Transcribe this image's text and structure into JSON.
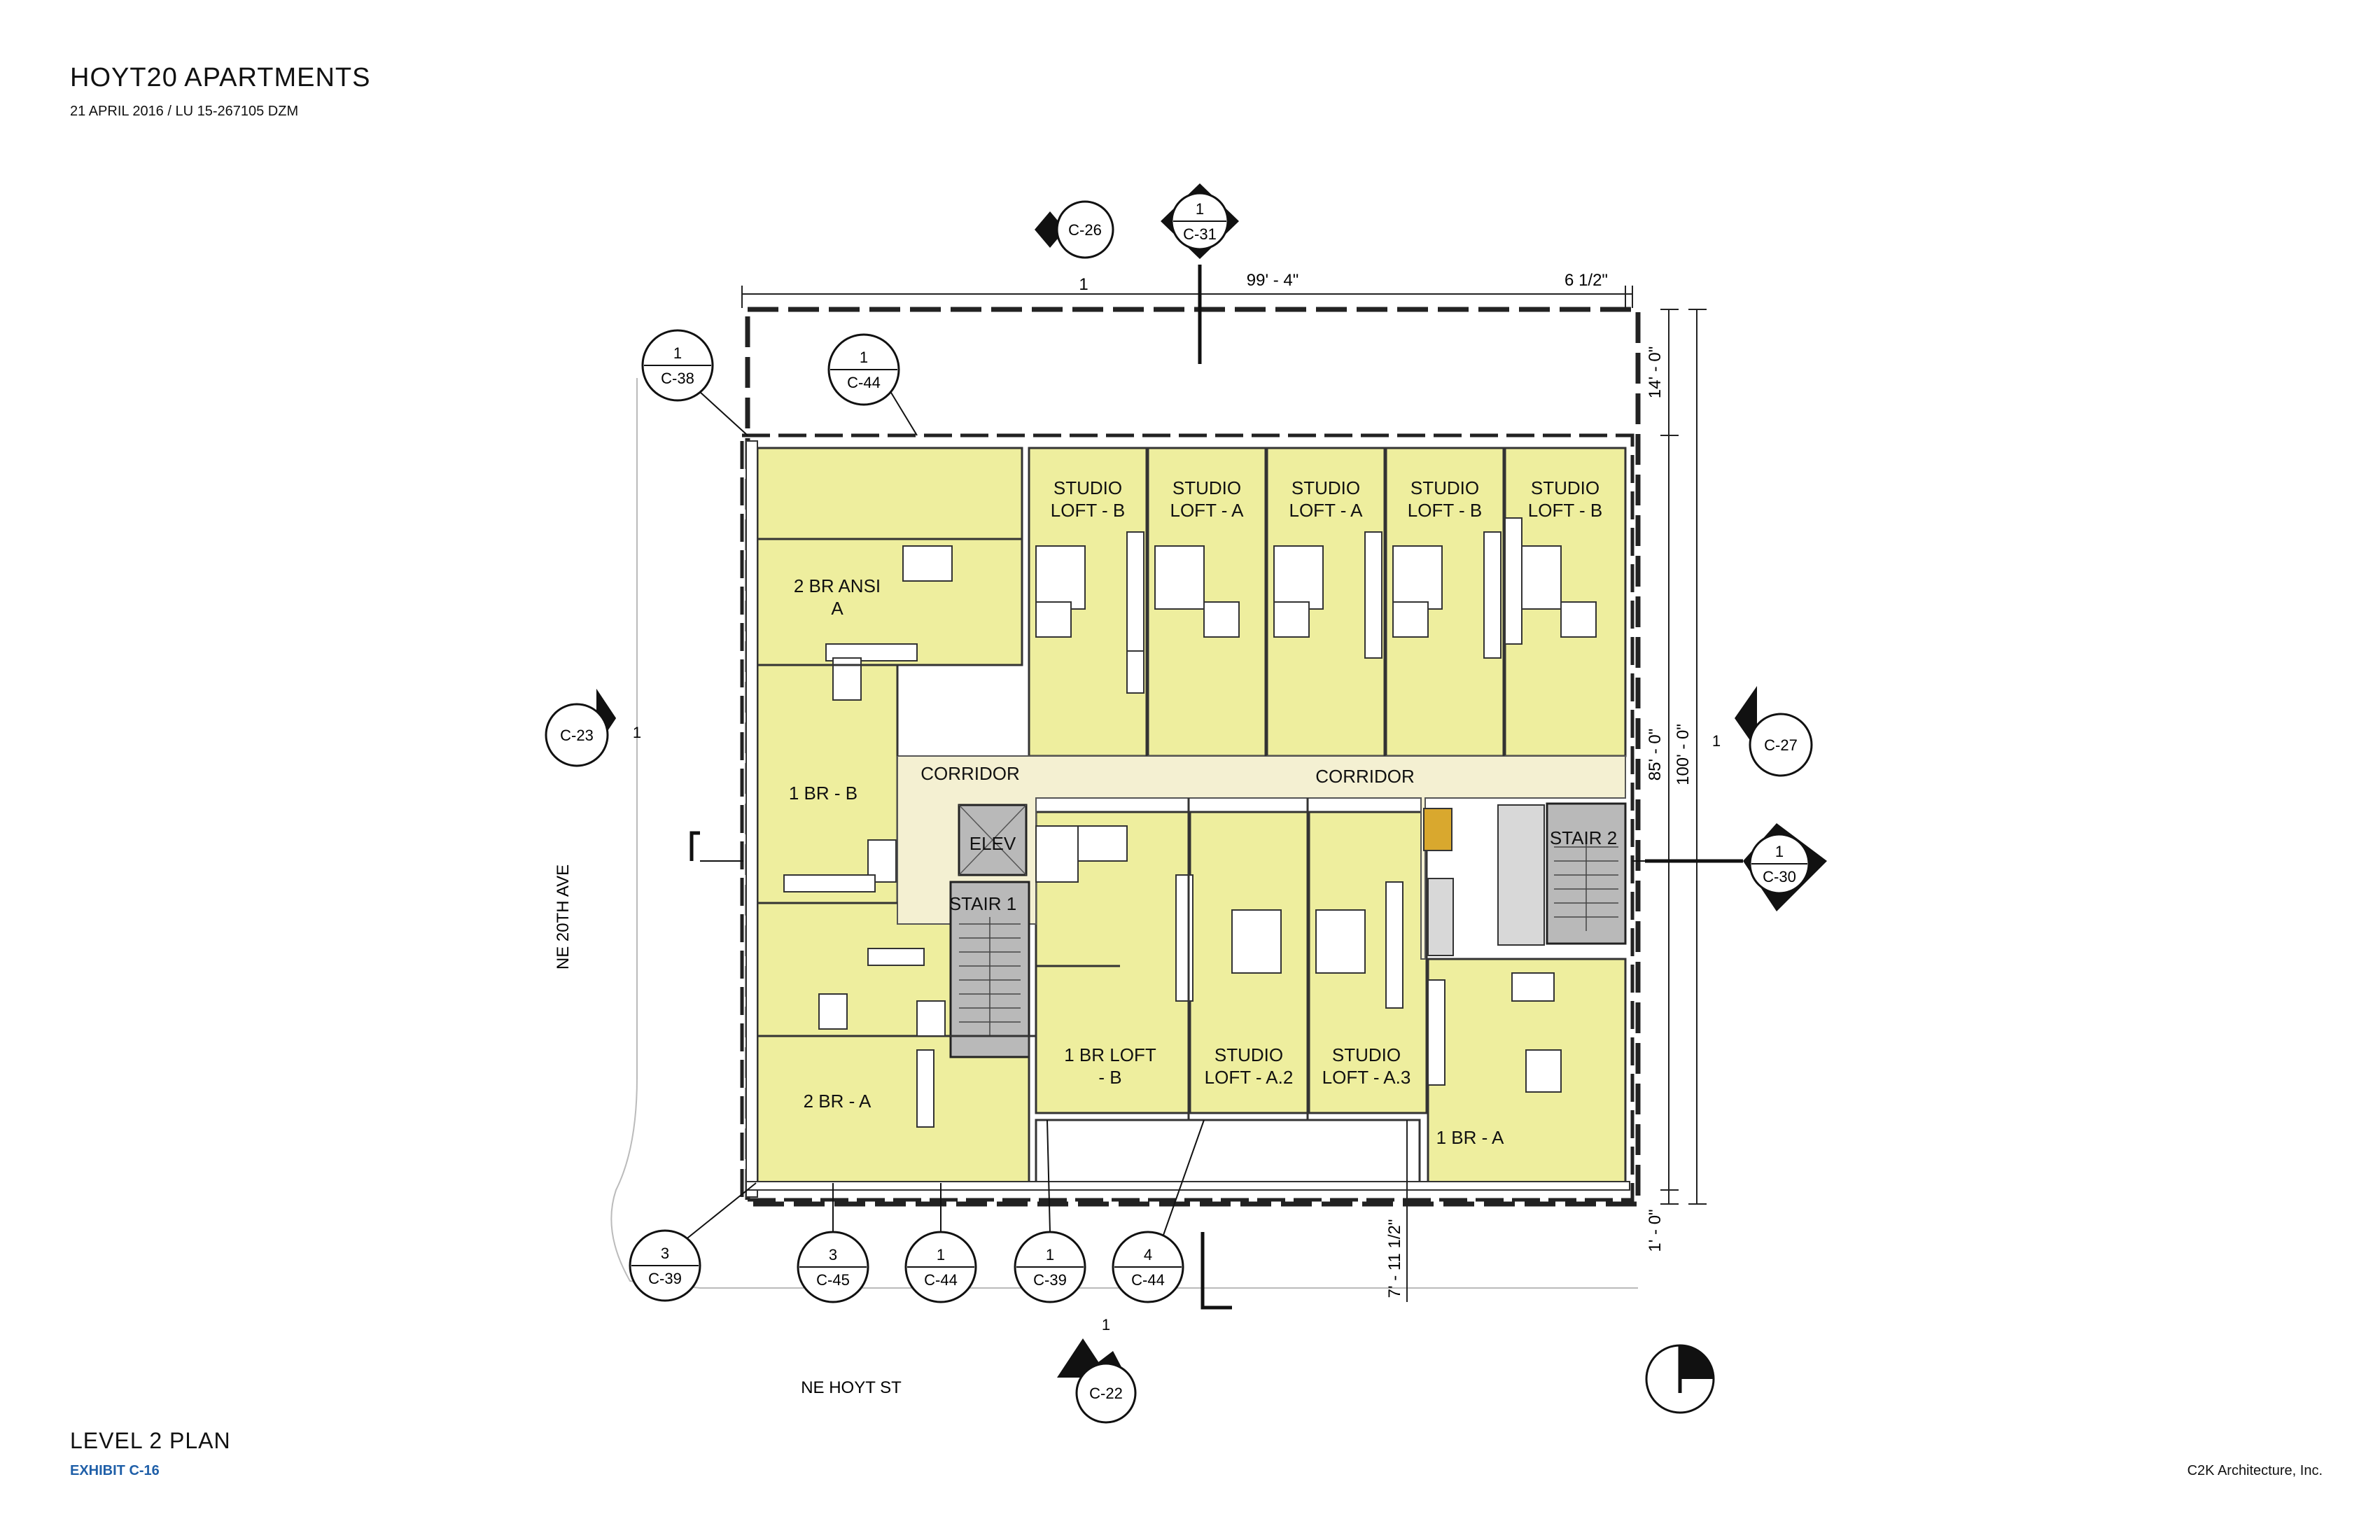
{
  "header": {
    "title": "HOYT20 APARTMENTS",
    "subtitle": "21 APRIL 2016 / LU 15-267105 DZM"
  },
  "footer": {
    "plan_label": "LEVEL 2 PLAN",
    "exhibit": "EXHIBIT C-16",
    "firm": "C2K Architecture, Inc."
  },
  "colors": {
    "unit_fill": "#eeee9e",
    "corridor_fill": "#f4f0d2",
    "stair_fill": "#b9b9b9",
    "service_fill": "#d9a82e",
    "wall": "#222222"
  },
  "streets": {
    "west": "NE 20TH AVE",
    "south": "NE HOYT ST"
  },
  "rooms": {
    "studio_loft_b_1": [
      "STUDIO",
      "LOFT - B"
    ],
    "studio_loft_a_1": [
      "STUDIO",
      "LOFT - A"
    ],
    "studio_loft_a_2": [
      "STUDIO",
      "LOFT - A"
    ],
    "studio_loft_b_2": [
      "STUDIO",
      "LOFT - B"
    ],
    "studio_loft_b_3": [
      "STUDIO",
      "LOFT - B"
    ],
    "two_br_ansi": [
      "2 BR ANSI",
      "A"
    ],
    "one_br_b": "1 BR - B",
    "two_br_a": "2 BR - A",
    "one_br_loft_b": [
      "1 BR LOFT",
      "- B"
    ],
    "studio_loft_a2": [
      "STUDIO",
      "LOFT - A.2"
    ],
    "studio_loft_a3": [
      "STUDIO",
      "LOFT - A.3"
    ],
    "one_br_a": "1 BR - A",
    "corridor_west": "CORRIDOR",
    "corridor_east": "CORRIDOR",
    "elev": "ELEV",
    "stair_1": "STAIR 1",
    "stair_2": "STAIR 2"
  },
  "dimensions": {
    "top_overall": "99' - 4\"",
    "top_small": "6 1/2\"",
    "top_grid": "1",
    "right_14": "14' - 0\"",
    "right_85": "85' - 0\"",
    "right_100": "100' - 0\"",
    "right_1": "1' - 0\"",
    "bottom_7": "7' - 11 1/2\""
  },
  "section_markers": {
    "c26": "C-26",
    "c31": {
      "num": "1",
      "sheet": "C-31"
    },
    "c23": {
      "num": "1",
      "sheet": "C-23"
    },
    "c27": {
      "num": "1",
      "sheet": "C-27"
    },
    "c30": {
      "num": "1",
      "sheet": "C-30"
    },
    "c22": {
      "num": "1",
      "sheet": "C-22"
    }
  },
  "detail_callouts": {
    "c38": {
      "num": "1",
      "sheet": "C-38"
    },
    "c44_top": {
      "num": "1",
      "sheet": "C-44"
    },
    "c39_a": {
      "num": "3",
      "sheet": "C-39"
    },
    "c45": {
      "num": "3",
      "sheet": "C-45"
    },
    "c44_b": {
      "num": "1",
      "sheet": "C-44"
    },
    "c39_b": {
      "num": "1",
      "sheet": "C-39"
    },
    "c44_c": {
      "num": "4",
      "sheet": "C-44"
    }
  },
  "north_arrow": "north-arrow-icon"
}
